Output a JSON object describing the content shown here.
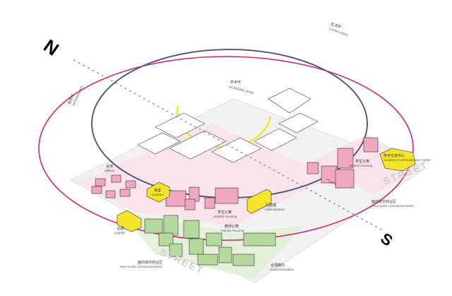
{
  "compass": {
    "north": "N",
    "south": "S"
  },
  "rings": {
    "living": {
      "cn": "生活环",
      "en": "LIVING RING",
      "color": "#d6246e"
    },
    "natura": {
      "cn": "自然环",
      "en": "NATURA RING",
      "color": "#5a5a7d"
    },
    "academic": {
      "cn": "学术环",
      "en": "ACADEMIC RING",
      "color": "#f0e62a"
    }
  },
  "labels": {
    "valleys": {
      "cn": "谷地",
      "en": "Valleys"
    },
    "canteen": {
      "cn": "食堂",
      "en": "Canteen"
    },
    "student_housing": {
      "cn": "学生公寓",
      "en": "Student Housing"
    },
    "administration": {
      "cn": "行政楼",
      "en": "Administration"
    },
    "logistic": {
      "cn": "后勤",
      "en": "Logistic"
    },
    "faculty_housing": {
      "cn": "教师公寓",
      "en": "Faculty Housing"
    },
    "commercial_left": {
      "cn": "面向城市商业区",
      "en": "Face to the commercial street"
    },
    "commercial_right": {
      "cn": "面向城市商业区",
      "en": "Face to the commercial street"
    },
    "orientation": {
      "cn": "合理朝向",
      "en": "Good Orientation"
    },
    "academic_center": {
      "cn": "学术交流中心",
      "en": "Academic Communication Center"
    },
    "student_housing_east": {
      "cn": "学生公寓",
      "en": "Student Housing"
    },
    "street_left": "STREET",
    "street_right": "STREET",
    "plaza": "PLAZA"
  },
  "colors": {
    "student_zone": "#f1a7c0",
    "faculty_zone": "#b5d99c",
    "public_building": "#f5e52a"
  }
}
